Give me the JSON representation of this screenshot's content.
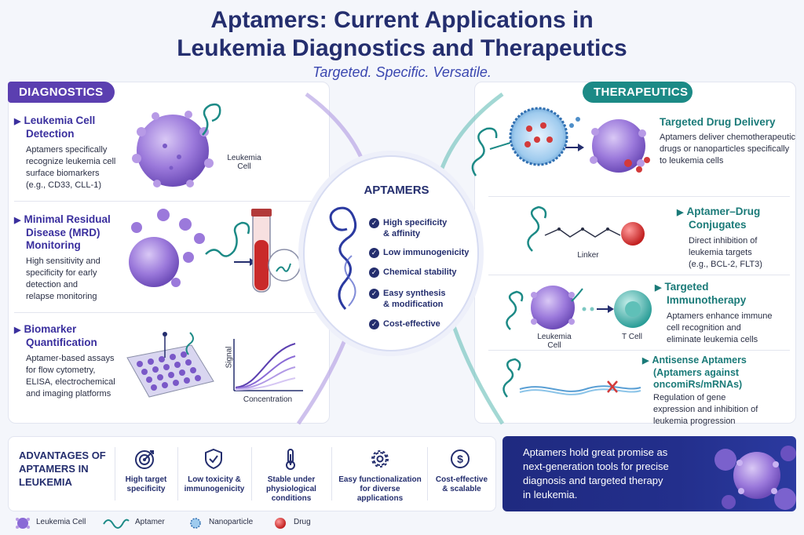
{
  "title": "Aptamers: Current Applications in Leukemia Diagnostics and Therapeutics",
  "title_line1": "Aptamers: Current Applications in",
  "title_line2": "Leukemia Diagnostics and Therapeutics",
  "subtitle": "Targeted. Specific. Versatile.",
  "colors": {
    "navy": "#242e6e",
    "purple": "#5b3fb0",
    "teal": "#1c8a86",
    "drug_red": "#d33a3a"
  },
  "diagnostics": {
    "label": "DIAGNOSTICS",
    "sections": [
      {
        "title_line1": "Leukemia Cell",
        "title_line2": "Detection",
        "desc": [
          "Aptamers specifically",
          "recognize leukemia cell",
          "surface biomarkers",
          "(e.g., CD33, CLL-1)"
        ],
        "image_label_1": "Leukemia",
        "image_label_2": "Cell"
      },
      {
        "title_line1": "Minimal Residual",
        "title_line2": "Disease (MRD)",
        "title_line3": "Monitoring",
        "desc": [
          "High sensitivity and",
          "specificity for early",
          "detection and",
          "relapse monitoring"
        ]
      },
      {
        "title_line1": "Biomarker",
        "title_line2": "Quantification",
        "desc": [
          "Aptamer-based assays",
          "for flow cytometry,",
          "ELISA, electrochemical",
          "and imaging platforms"
        ],
        "y_axis": "Signal",
        "x_axis": "Concentration"
      }
    ]
  },
  "center": {
    "title": "APTAMERS",
    "features": [
      [
        "High specificity",
        "& affinity"
      ],
      [
        "Low immunogenicity"
      ],
      [
        "Chemical stability"
      ],
      [
        "Easy synthesis",
        "& modification"
      ],
      [
        "Cost-effective"
      ]
    ]
  },
  "therapeutics": {
    "label": "THERAPEUTICS",
    "sections": [
      {
        "title": "Targeted Drug Delivery",
        "desc": [
          "Aptamers deliver chemotherapeutic",
          "drugs or nanoparticles specifically",
          "to leukemia cells"
        ]
      },
      {
        "title_line1": "Aptamer–Drug",
        "title_line2": "Conjugates",
        "desc": [
          "Direct inhibition of",
          "leukemia targets",
          "(e.g., BCL-2, FLT3)"
        ],
        "image_label": "Linker"
      },
      {
        "title_line1": "Targeted",
        "title_line2": "Immunotherapy",
        "desc": [
          "Aptamers enhance immune",
          "cell recognition and",
          "eliminate leukemia cells"
        ],
        "label_a1": "Leukemia",
        "label_a2": "Cell",
        "label_b": "T Cell"
      },
      {
        "title_line1": "Antisense Aptamers",
        "title_line2": "(Aptamers against",
        "title_line3": "oncomiRs/mRNAs)",
        "desc": [
          "Regulation of gene",
          "expression and inhibition of",
          "leukemia progression"
        ]
      }
    ]
  },
  "advantages": {
    "title_line1": "ADVANTAGES OF",
    "title_line2": "APTAMERS IN",
    "title_line3": "LEUKEMIA",
    "items": [
      {
        "icon": "target-icon",
        "line1": "High target",
        "line2": "specificity"
      },
      {
        "icon": "shield-check-icon",
        "line1": "Low toxicity &",
        "line2": "immunogenicity"
      },
      {
        "icon": "thermometer-icon",
        "line1": "Stable under",
        "line2": "physiological",
        "line3": "conditions"
      },
      {
        "icon": "gear-icon",
        "line1": "Easy functionalization",
        "line2": "for diverse",
        "line3": "applications"
      },
      {
        "icon": "dollar-icon",
        "line1": "Cost-effective",
        "line2": "& scalable"
      }
    ]
  },
  "promise": [
    "Aptamers hold great promise as",
    "next-generation tools for precise",
    "diagnosis and targeted therapy",
    "in leukemia."
  ],
  "legend": [
    {
      "icon": "leukemia-cell-icon",
      "label": "Leukemia Cell"
    },
    {
      "icon": "aptamer-icon",
      "label": "Aptamer"
    },
    {
      "icon": "nanoparticle-icon",
      "label": "Nanoparticle"
    },
    {
      "icon": "drug-icon",
      "label": "Drug"
    }
  ]
}
